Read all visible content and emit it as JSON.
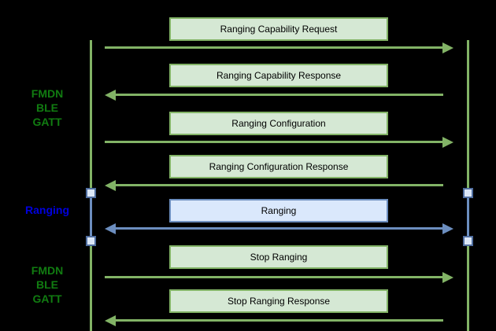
{
  "diagram": {
    "type": "sequence-diagram",
    "background": "#000000",
    "lane_labels": [
      {
        "id": "fmdn-gatt-top",
        "text": "FMDN\nBLE\nGATT",
        "color": "#117c11"
      },
      {
        "id": "ranging",
        "text": "Ranging",
        "color": "#0000dd"
      },
      {
        "id": "fmdn-gatt-bottom",
        "text": "FMDN\nBLE\nGATT",
        "color": "#117c11"
      }
    ],
    "messages": [
      {
        "label": "Ranging Capability Request",
        "direction": "left-to-right",
        "channel": "green"
      },
      {
        "label": "Ranging Capability Response",
        "direction": "right-to-left",
        "channel": "green"
      },
      {
        "label": "Ranging Configuration",
        "direction": "left-to-right",
        "channel": "green"
      },
      {
        "label": "Ranging Configuration Response",
        "direction": "right-to-left",
        "channel": "green"
      },
      {
        "label": "Ranging",
        "direction": "bidirectional",
        "channel": "blue"
      },
      {
        "label": "Stop Ranging",
        "direction": "left-to-right",
        "channel": "green"
      },
      {
        "label": "Stop Ranging Response",
        "direction": "right-to-left",
        "channel": "green"
      }
    ],
    "lifelines": {
      "count": 2,
      "activation_rows": [
        4
      ]
    },
    "colors": {
      "green_box_fill": "#d5e8d4",
      "green_stroke": "#82b366",
      "blue_box_fill": "#dae8fc",
      "blue_stroke": "#6c8ebf",
      "activation_fill": "#dbe7f8",
      "activation_stroke": "#4f6d9f",
      "label_green": "#117c11",
      "label_blue": "#0000dd",
      "box_text": "#000000"
    }
  }
}
